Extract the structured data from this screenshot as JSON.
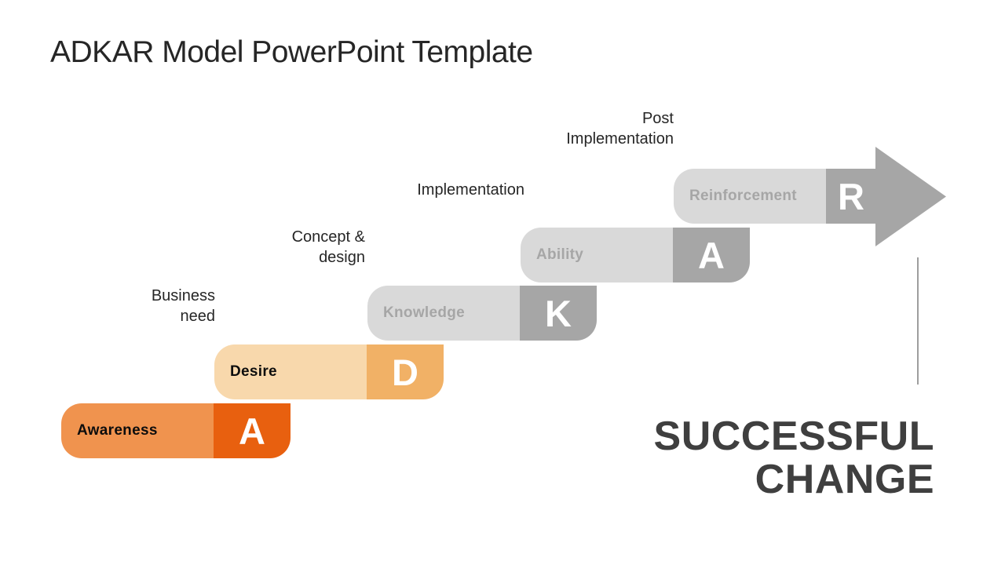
{
  "title": "ADKAR Model PowerPoint Template",
  "steps": [
    {
      "name": "Awareness",
      "letter": "A",
      "label_bg": "#F0934E",
      "letter_bg": "#E8600F",
      "name_color": "#0D0D0D",
      "letter_color": "#FFFFFF"
    },
    {
      "name": "Desire",
      "letter": "D",
      "label_bg": "#F8D8AC",
      "letter_bg": "#F1B166",
      "name_color": "#0D0D0D",
      "letter_color": "#FFFFFF"
    },
    {
      "name": "Knowledge",
      "letter": "K",
      "label_bg": "#D9D9D9",
      "letter_bg": "#A6A6A6",
      "name_color": "#A6A6A6",
      "letter_color": "#FFFFFF"
    },
    {
      "name": "Ability",
      "letter": "A",
      "label_bg": "#D9D9D9",
      "letter_bg": "#A6A6A6",
      "name_color": "#A6A6A6",
      "letter_color": "#FFFFFF"
    },
    {
      "name": "Reinforcement",
      "letter": "R",
      "label_bg": "#D9D9D9",
      "letter_bg": "#A6A6A6",
      "name_color": "#A6A6A6",
      "letter_color": "#FFFFFF"
    }
  ],
  "phases": [
    {
      "line1": "Business",
      "line2": "need"
    },
    {
      "line1": "Concept &",
      "line2": "design"
    },
    {
      "line1": "Implementation",
      "line2": ""
    },
    {
      "line1": "Post",
      "line2": "Implementation"
    }
  ],
  "outcome": {
    "line1": "SUCCESSFUL",
    "line2": "CHANGE"
  },
  "colors": {
    "background": "#FFFFFF",
    "title_text": "#262626",
    "phase_text": "#262626",
    "outcome_text": "#3F3F3F",
    "accent_strong_orange": "#E8600F",
    "accent_light_orange": "#F0934E",
    "accent_pale_orange": "#F8D8AC",
    "accent_mid_orange": "#F1B166",
    "gray_light": "#D9D9D9",
    "gray_mid": "#A6A6A6",
    "arrow": "#A6A6A6",
    "divider_line": "#9E9E9E"
  }
}
